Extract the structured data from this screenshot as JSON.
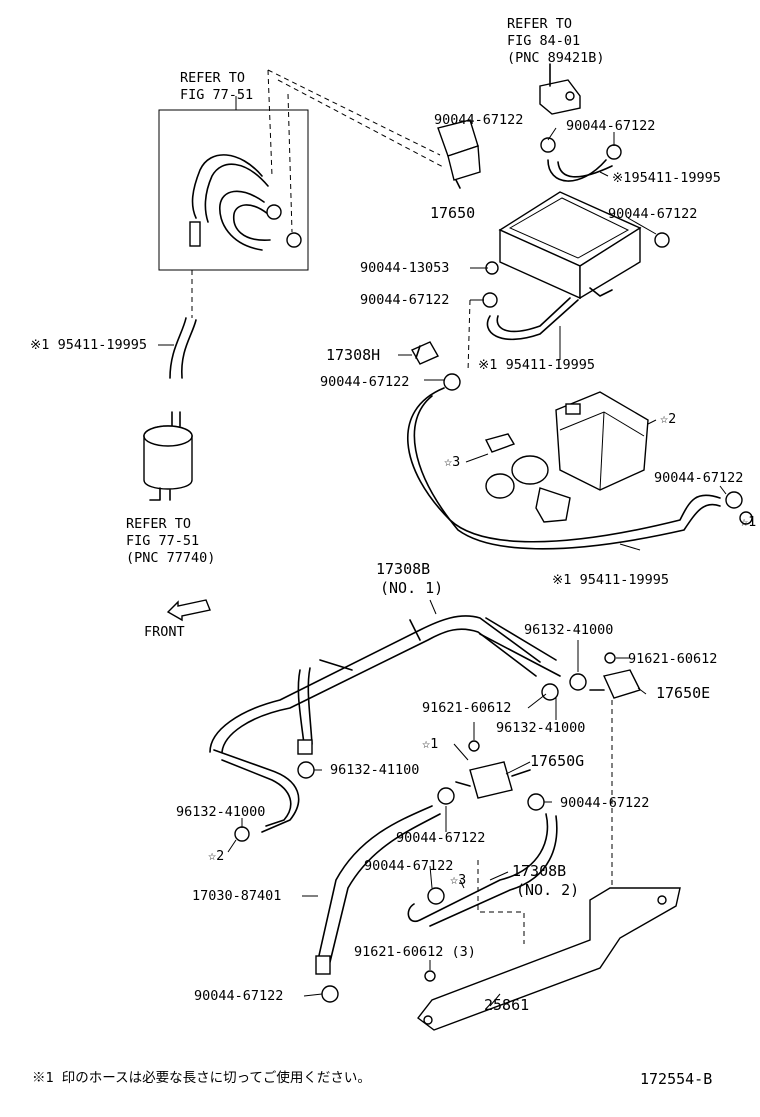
{
  "refs": {
    "ref_8401_line1": "REFER TO",
    "ref_8401_line2": "FIG 84-01",
    "ref_8401_line3": "(PNC 89421B)",
    "ref_7751_top_line1": "REFER TO",
    "ref_7751_top_line2": "FIG 77-51",
    "ref_7751_bot_line1": "REFER TO",
    "ref_7751_bot_line2": "FIG 77-51",
    "ref_7751_bot_line3": "(PNC 77740)"
  },
  "labels": {
    "clamp_a": "90044-67122",
    "clamp_b": "90044-67122",
    "hose_195411": "※195411-19995",
    "part_17650": "17650",
    "clamp_c": "90044-67122",
    "clip_13053": "90044-13053",
    "clamp_d": "90044-67122",
    "hose_left": "※1 95411-19995",
    "part_17308H": "17308H",
    "hose_mid": "※1 95411-19995",
    "clamp_e": "90044-67122",
    "star2_top": "☆2",
    "star3_top": "☆3",
    "clamp_f": "90044-67122",
    "star1_right": "☆1",
    "hose_bottom": "※1 95411-19995",
    "part_17308B_1": "17308B",
    "part_17308B_1_sub": "(NO. 1)",
    "front": "FRONT",
    "clamp_96132_a": "96132-41000",
    "plug_91621_a": "91621-60612",
    "part_17650E": "17650E",
    "plug_91621_b": "91621-60612",
    "clamp_96132_b": "96132-41000",
    "star1_mid": "☆1",
    "part_17650G": "17650G",
    "clamp_96132_c": "96132-41100",
    "clamp_96132_d": "96132-41000",
    "clamp_g": "90044-67122",
    "clamp_h": "90044-67122",
    "star2_bot": "☆2",
    "clamp_i": "90044-67122",
    "star3_bot": "☆3",
    "part_17308B_2": "17308B",
    "part_17308B_2_sub": "(NO. 2)",
    "hose_17030": "17030-87401",
    "plug_91621_c": "91621-60612 (3)",
    "part_25861": "25861",
    "clamp_j": "90044-67122"
  },
  "footer": {
    "note": "※1 印のホースは必要な長さに切ってご使用ください。",
    "code": "172554-B"
  },
  "icons": [
    "front-arrow-icon",
    "vsv-valve-icon",
    "canister-icon",
    "fuel-filter-icon",
    "hose-clamp-icon",
    "bracket-icon"
  ]
}
